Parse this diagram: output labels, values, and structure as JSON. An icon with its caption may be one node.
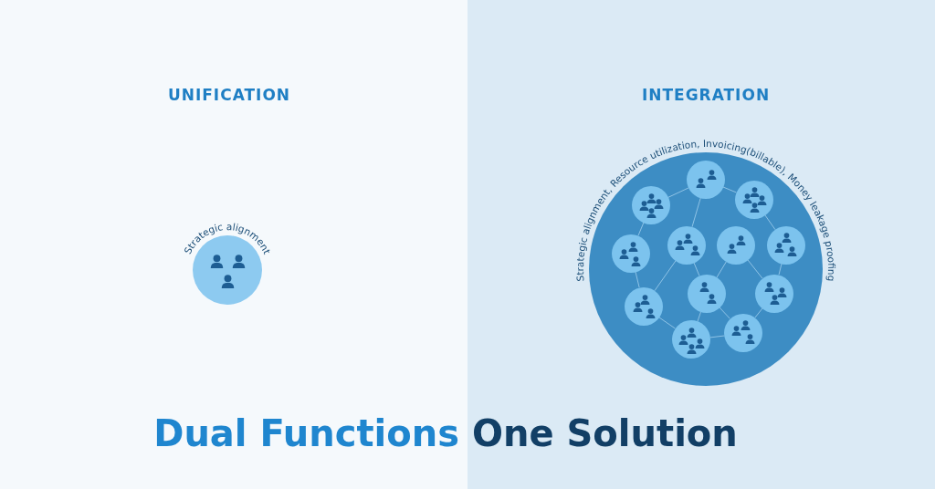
{
  "diagram": {
    "title": "Dual Functions One Solution",
    "nodes": [
      {
        "text": [
          "Strategic alignment"
        ]
      },
      {
        "text": [
          "Strategic alignment, Resource utilization, Invoicing(billable), Money leakage proofing"
        ]
      },
      {
        "text": [],
        "shape": "circle",
        "in": 1
      },
      {
        "text": [],
        "shape": "circle",
        "in": 1
      },
      {
        "text": [],
        "shape": "circle",
        "in": 1
      },
      {
        "text": [],
        "shape": "circle",
        "in": 1
      },
      {
        "text": [],
        "shape": "circle",
        "in": 1
      },
      {
        "text": [],
        "shape": "circle",
        "in": 1
      },
      {
        "text": [],
        "shape": "circle",
        "in": 1
      },
      {
        "text": [],
        "shape": "circle",
        "in": 1
      },
      {
        "text": [],
        "shape": "circle",
        "in": 1
      },
      {
        "text": [],
        "shape": "circle",
        "in": 1
      },
      {
        "text": [],
        "shape": "circle",
        "in": 1
      },
      {
        "text": [],
        "shape": "circle",
        "in": 1
      }
    ],
    "edges": [
      {
        "from": 2,
        "to": 3,
        "arrow": "none"
      },
      {
        "from": 2,
        "to": 4,
        "arrow": "none"
      },
      {
        "from": 2,
        "to": 6,
        "arrow": "none"
      },
      {
        "from": 3,
        "to": 5,
        "arrow": "none"
      },
      {
        "from": 4,
        "to": 8,
        "arrow": "none"
      },
      {
        "from": 5,
        "to": 9,
        "arrow": "none"
      },
      {
        "from": 6,
        "to": 9,
        "arrow": "none"
      },
      {
        "from": 6,
        "to": 10,
        "arrow": "none"
      },
      {
        "from": 7,
        "to": 10,
        "arrow": "none"
      },
      {
        "from": 7,
        "to": 11,
        "arrow": "none"
      },
      {
        "from": 8,
        "to": 11,
        "arrow": "none"
      },
      {
        "from": 9,
        "to": 12,
        "arrow": "none"
      },
      {
        "from": 10,
        "to": 12,
        "arrow": "none"
      },
      {
        "from": 10,
        "to": 13,
        "arrow": "none"
      },
      {
        "from": 12,
        "to": 13,
        "arrow": "none"
      },
      {
        "from": 11,
        "to": 13,
        "arrow": "none"
      }
    ],
    "labels": [
      "UNIFICATION",
      "INTEGRATION"
    ]
  }
}
